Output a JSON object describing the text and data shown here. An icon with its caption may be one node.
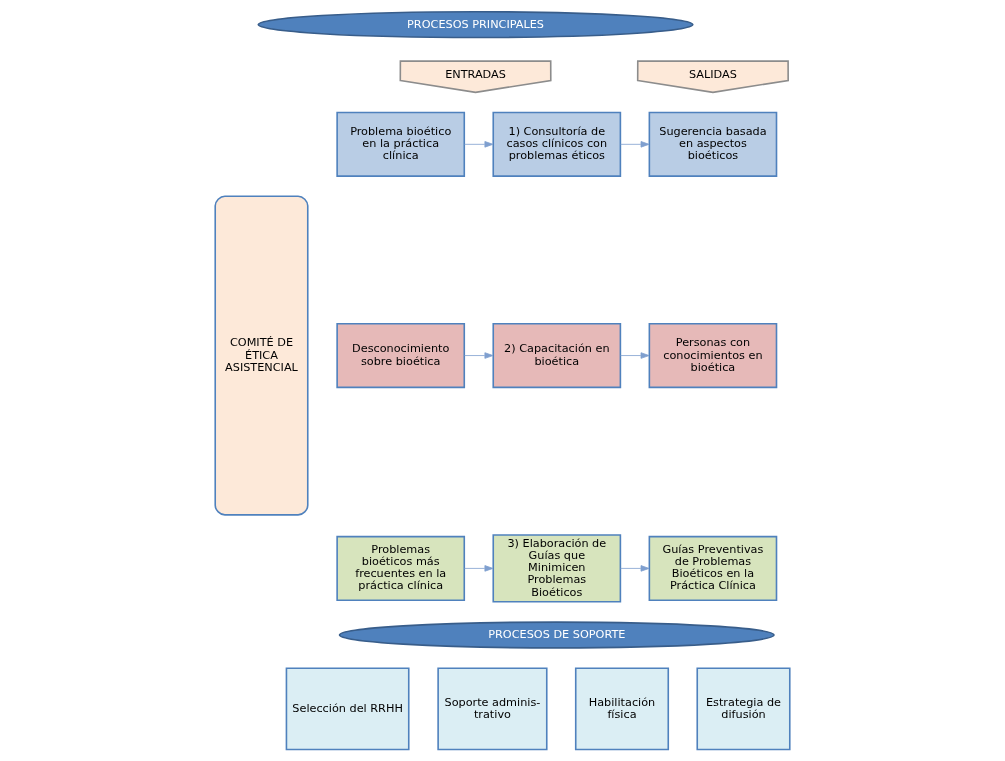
{
  "diagram": {
    "nodes": [
      {
        "text": [
          "COMITÉ DE ÉTICA ASISTENCIAL"
        ]
      },
      {
        "text": [
          "PROCESOS PRINCIPALES"
        ]
      },
      {
        "text": [
          "ENTRADAS"
        ]
      },
      {
        "text": [
          "SALIDAS"
        ]
      },
      {
        "text": [
          "Problema bioético en la práctica clínica"
        ]
      },
      {
        "text": [
          "1) Consultoría de casos clínicos con problemas éticos"
        ]
      },
      {
        "text": [
          "Sugerencia basada en aspectos bioéticos"
        ]
      },
      {
        "text": [
          "Desconocimiento sobre bioética"
        ]
      },
      {
        "text": [
          "2) Capacitación en bioética"
        ]
      },
      {
        "text": [
          "Personas con conocimientos en bioética"
        ]
      },
      {
        "text": [
          "Problemas bioéticos más frecuentes en la práctica clínica"
        ]
      },
      {
        "text": [
          "3) Elaboración de Guías que Minimicen Problemas Bioéticos"
        ]
      },
      {
        "text": [
          "Guías Preventivas de Problemas Bioéticos en la Práctica Clínica"
        ]
      },
      {
        "text": [
          "PROCESOS DE SOPORTE"
        ]
      },
      {
        "text": [
          "Selección del RRHH"
        ]
      },
      {
        "text": [
          "Soporte adminis- trativo"
        ]
      },
      {
        "text": [
          "Habilitación física"
        ]
      },
      {
        "text": [
          "Estrategia de difusión"
        ]
      }
    ],
    "edges": [
      {
        "from": 4,
        "to": 5,
        "arrow": "to"
      },
      {
        "from": 5,
        "to": 6,
        "arrow": "to"
      },
      {
        "from": 7,
        "to": 8,
        "arrow": "to"
      },
      {
        "from": 8,
        "to": 9,
        "arrow": "to"
      },
      {
        "from": 10,
        "to": 11,
        "arrow": "to"
      },
      {
        "from": 11,
        "to": 12,
        "arrow": "to"
      }
    ]
  }
}
